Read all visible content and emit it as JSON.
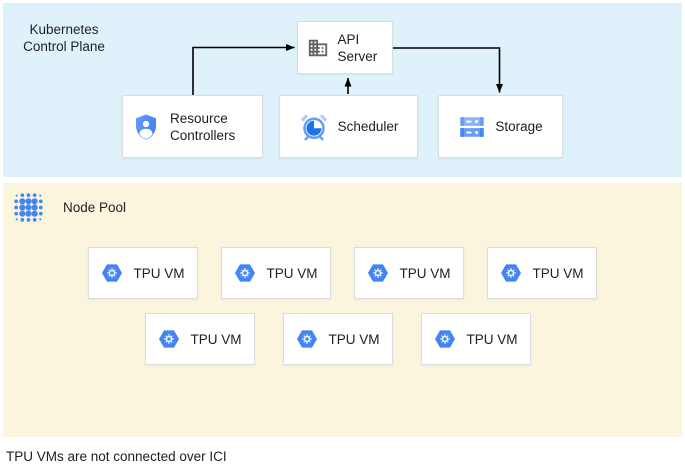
{
  "control_plane": {
    "label": "Kubernetes Control Plane",
    "bg_color": "#DFF2FC",
    "nodes": {
      "api_server": {
        "label": "API Server",
        "icon": "building-icon"
      },
      "resource_controllers": {
        "label": "Resource Controllers",
        "icon": "shield-user-icon"
      },
      "scheduler": {
        "label": "Scheduler",
        "icon": "alarm-clock-icon"
      },
      "storage": {
        "label": "Storage",
        "icon": "server-stack-icon"
      }
    },
    "edges": [
      "resource_controllers -> api_server",
      "scheduler -> api_server",
      "api_server -> storage"
    ]
  },
  "node_pool": {
    "label": "Node Pool",
    "bg_color": "#FCF5DE",
    "icon": "dot-cluster-icon",
    "tpu_vm_label": "TPU VM",
    "tpu_vm_icon": "compute-hexagon-icon",
    "tpu_vm_count": 7,
    "rows": [
      4,
      3
    ]
  },
  "caption": "TPU VMs are not connected over ICI",
  "colors": {
    "box_border": "#DADCE0",
    "text": "#202124",
    "blue_primary": "#4285F4",
    "blue_dark": "#1A73E8",
    "blue_light": "#8AB4F8",
    "blue_pale": "#AECBFA",
    "icon_gray": "#5F6368",
    "arrow": "#000000"
  }
}
